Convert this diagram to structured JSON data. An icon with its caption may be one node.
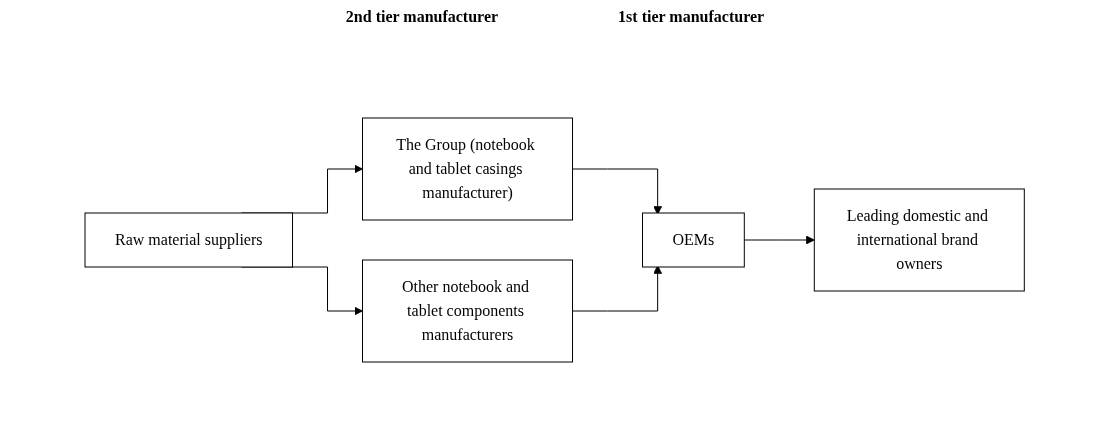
{
  "diagram": {
    "nodes": [
      {
        "text": [
          "Raw material suppliers"
        ]
      },
      {
        "text": [
          "The Group (notebook and tablet casings manufacturer)"
        ]
      },
      {
        "text": [
          "Other notebook and tablet components manufacturers"
        ]
      },
      {
        "text": [
          "OEMs"
        ]
      },
      {
        "text": [
          "Leading domestic and international brand owners"
        ]
      }
    ],
    "edges": [
      {
        "from": 0,
        "to": 1,
        "arrow": "to"
      },
      {
        "from": 0,
        "to": 2,
        "arrow": "to"
      },
      {
        "from": 1,
        "to": 3,
        "arrow": "to"
      },
      {
        "from": 2,
        "to": 3,
        "arrow": "to"
      },
      {
        "from": 3,
        "to": 4,
        "arrow": "to"
      }
    ],
    "labels": [
      "2nd tier manufacturer",
      "1st tier manufacturer"
    ]
  }
}
